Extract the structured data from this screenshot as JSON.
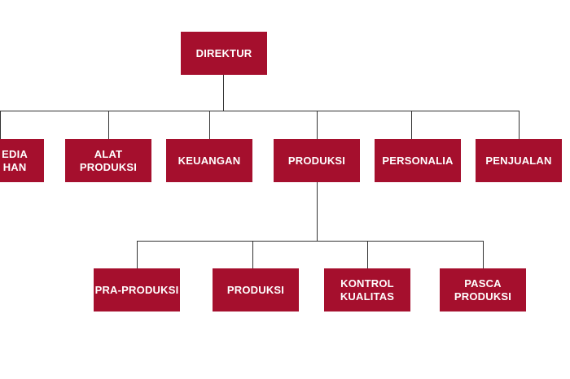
{
  "colors": {
    "box_fill": "#a50f2d",
    "box_text": "#ffffff",
    "connector": "#333333",
    "background": "#ffffff"
  },
  "org_chart": {
    "root": {
      "label": "DIREKTUR"
    },
    "departments": [
      {
        "label": "PERSEDIAAN BAHAN",
        "visible_text": "EDIA\nHAN"
      },
      {
        "label": "ALAT\nPRODUKSI"
      },
      {
        "label": "KEUANGAN"
      },
      {
        "label": "PRODUKSI"
      },
      {
        "label": "PERSONALIA"
      },
      {
        "label": "PENJUALAN"
      }
    ],
    "produksi_units": [
      {
        "label": "PRA-PRODUKSI"
      },
      {
        "label": "PRODUKSI"
      },
      {
        "label": "KONTROL\nKUALITAS"
      },
      {
        "label": "PASCA\nPRODUKSI"
      }
    ]
  }
}
